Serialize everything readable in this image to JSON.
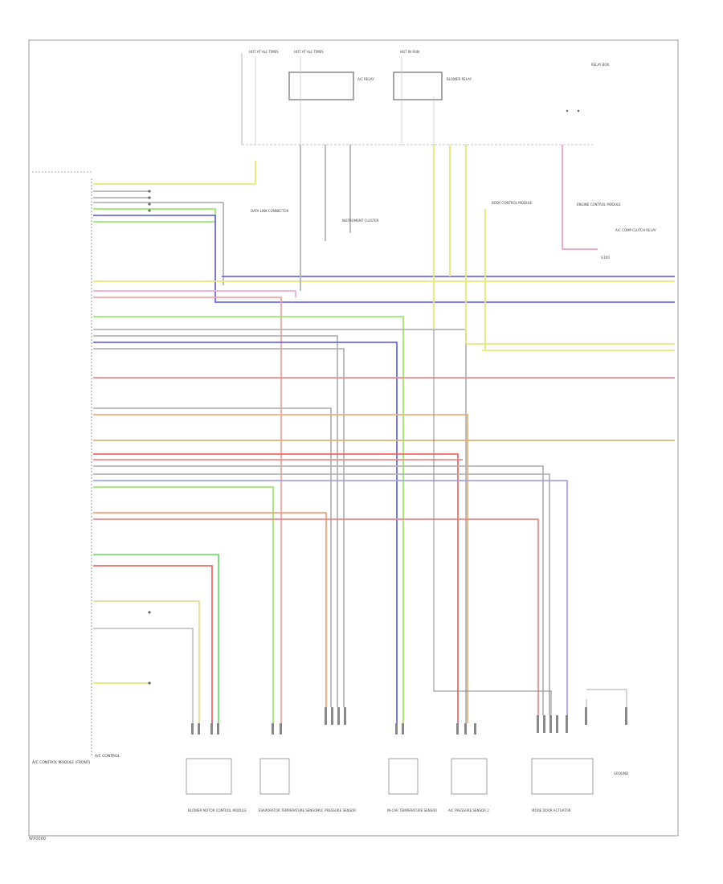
{
  "footer_code": "WX0000",
  "relay_box": {
    "fuses": [
      {
        "id": "fuse-a",
        "label": "HOT AT ALL TIMES"
      },
      {
        "id": "fuse-b",
        "label": "HOT AT ALL TIMES"
      },
      {
        "id": "fuse-c",
        "label": "HOT IN RUN"
      }
    ],
    "relays": [
      "A/C RELAY",
      "BLOWER RELAY"
    ],
    "note": "RELAY BOX"
  },
  "main_connector_label": "A/C CONTROL MODULE (FRONT)",
  "main_connector_bottom": "A/C CONTROL",
  "components": [
    {
      "id": "blower",
      "label": "BLOWER MOTOR CONTROL MODULE"
    },
    {
      "id": "evap",
      "label": "EVAPORATOR TEMPERATURE SENSOR"
    },
    {
      "id": "ambient",
      "label": "A/C PRESSURE SENSOR"
    },
    {
      "id": "incar",
      "label": "IN-CAR TEMPERATURE SENSOR"
    },
    {
      "id": "pressure",
      "label": "A/C PRESSURE SENSOR 2"
    },
    {
      "id": "servo",
      "label": "MODE DOOR ACTUATOR"
    },
    {
      "id": "ground",
      "label": "GROUND"
    }
  ],
  "callouts": {
    "data_link": "DATA LINK CONNECTOR",
    "instrument": "INSTRUMENT CLUSTER",
    "body_ctrl": "BODY CONTROL MODULE",
    "ecm": "ENGINE CONTROL MODULE",
    "relay_note": "A/C COMP CLUTCH RELAY",
    "ground_note": "G100"
  }
}
